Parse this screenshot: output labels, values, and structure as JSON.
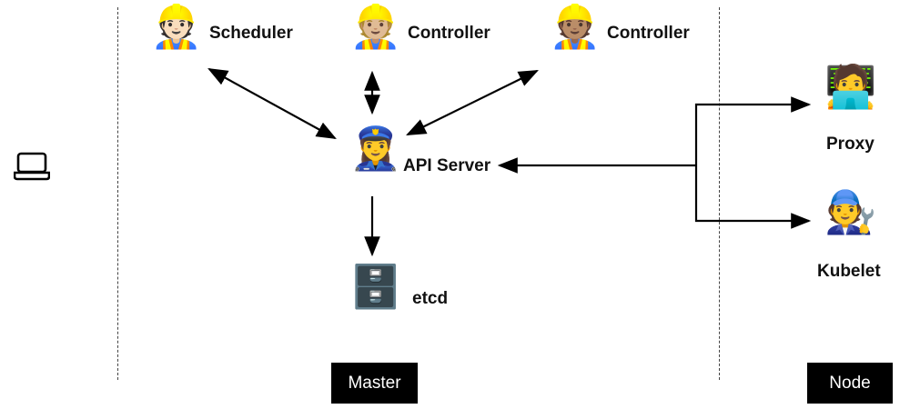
{
  "regions": {
    "master_label": "Master",
    "node_label": "Node"
  },
  "client": {
    "icon": "laptop-icon"
  },
  "master": {
    "scheduler": {
      "label": "Scheduler",
      "icon": "construction-worker-light-icon"
    },
    "controller_1": {
      "label": "Controller",
      "icon": "construction-worker-medium-light-icon"
    },
    "controller_2": {
      "label": "Controller",
      "icon": "construction-worker-medium-icon"
    },
    "api_server": {
      "label": "API Server",
      "icon": "police-officer-icon"
    },
    "etcd": {
      "label": "etcd",
      "icon": "file-cabinet-icon"
    }
  },
  "node": {
    "proxy": {
      "label": "Proxy",
      "icon": "technologist-icon"
    },
    "kubelet": {
      "label": "Kubelet",
      "icon": "mechanic-icon"
    }
  },
  "edges": [
    {
      "from": "Scheduler",
      "to": "API Server",
      "direction": "bidirectional"
    },
    {
      "from": "Controller",
      "to": "API Server",
      "direction": "bidirectional"
    },
    {
      "from": "Controller",
      "to": "API Server",
      "direction": "bidirectional"
    },
    {
      "from": "API Server",
      "to": "etcd",
      "direction": "forward"
    },
    {
      "from": "Proxy/Kubelet",
      "to": "API Server",
      "direction": "forward"
    },
    {
      "from": "API Server",
      "to": "Proxy",
      "direction": "forward"
    },
    {
      "from": "API Server",
      "to": "Kubelet",
      "direction": "forward"
    }
  ]
}
